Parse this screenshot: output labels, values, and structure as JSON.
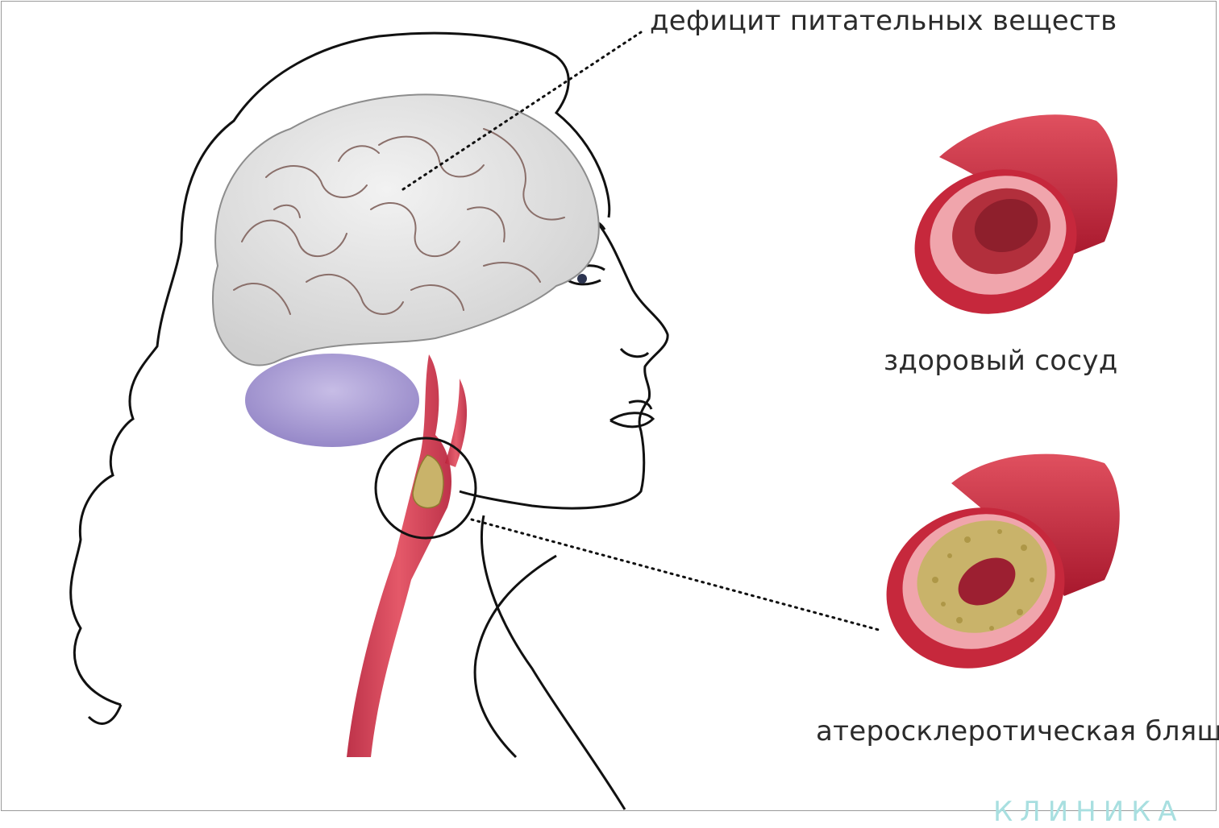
{
  "labels": {
    "nutrient_deficit": "дефицит питательных веществ",
    "healthy_vessel": "здоровый сосуд",
    "atherosclerotic_plaque": "атеросклеротическая бляшка"
  },
  "watermark": {
    "text": "КЛИНИКА"
  },
  "colors": {
    "outline": "#111111",
    "brain": "#dcdcdc",
    "brain_fold": "#8a6f6a",
    "cerebellum": "#a89bd2",
    "artery": "#d8354a",
    "vessel_outer": "#c6283c",
    "vessel_inner": "#f0a5ac",
    "plaque": "#c9b36a",
    "watermark": "#a8dfe0"
  },
  "icons": [
    "head-profile-illustration",
    "brain-illustration",
    "carotid-artery",
    "magnifier-circle",
    "healthy-vessel-cross-section",
    "plaque-vessel-cross-section"
  ]
}
